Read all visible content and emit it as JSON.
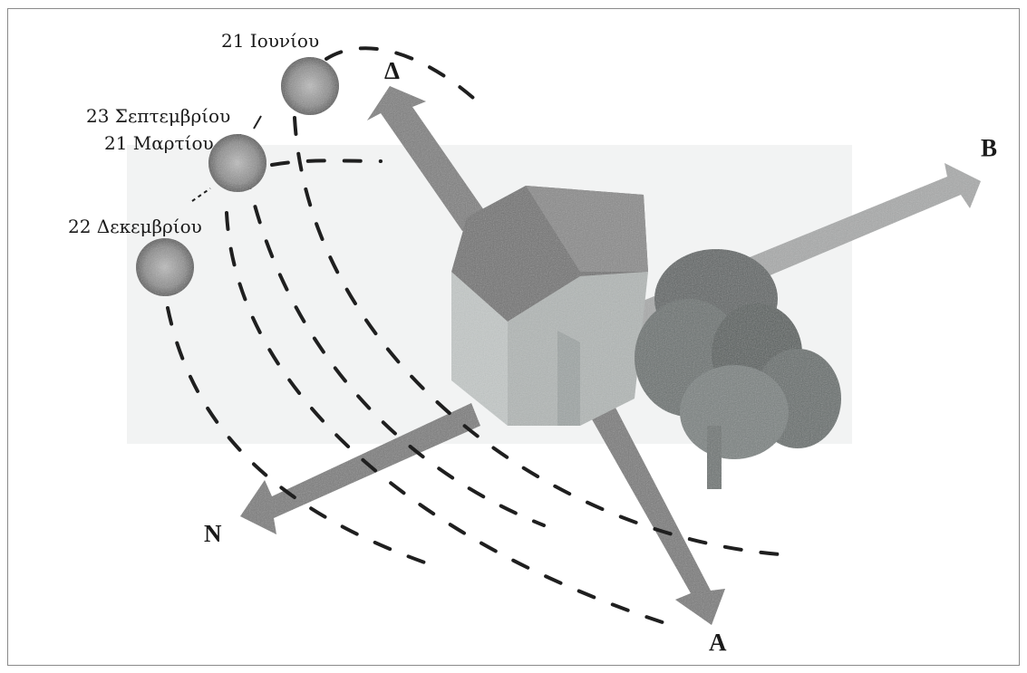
{
  "labels": {
    "june": "21 Ιουνίου",
    "sept": "23 Σεπτεμβρίου",
    "march": "21 Μαρτίου",
    "dec": "22 Δεκεμβρίου"
  },
  "compass": {
    "west": "Δ",
    "north": "Β",
    "south": "Ν",
    "east": "Α"
  },
  "colors": {
    "arrow": "#7d7d7d",
    "sun": "#8a8a8a",
    "house_roof": "#6e6e6e",
    "house_wall": "#b8bdbd",
    "tree": "#5f6766",
    "path": "#1e1e1e",
    "ground": "#f1f2f2"
  }
}
